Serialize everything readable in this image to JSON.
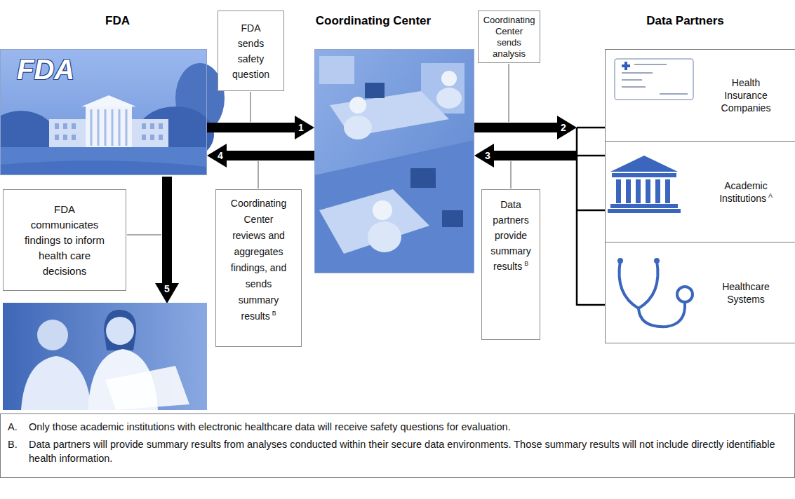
{
  "diagram": {
    "nodes": [
      {
        "text": [
          "FDA"
        ]
      },
      {
        "text": [
          "FDA sends safety question"
        ]
      },
      {
        "text": [
          "Coordinating Center"
        ]
      },
      {
        "text": [
          "Coordinating Center sends analysis"
        ]
      },
      {
        "text": [
          "Data Partners"
        ]
      },
      {
        "text": [
          "Health Insurance Companies"
        ],
        "in": 4
      },
      {
        "text": [
          "Academic Institutions",
          "A"
        ],
        "in": 4
      },
      {
        "text": [
          "Healthcare Systems"
        ],
        "in": 4
      },
      {
        "text": [
          "FDA communicates findings to inform health care decisions"
        ]
      },
      {
        "text": [
          "Coordinating Center reviews and aggregates findings, and sends summary results",
          "B"
        ]
      },
      {
        "text": [
          "Data partners provide summary results",
          "B"
        ]
      },
      {
        "text": [
          "A.",
          "Only those academic institutions with electronic healthcare data will receive safety questions for evaluation.",
          "B.",
          "Data partners will provide summary results from analyses conducted within their secure data environments. Those summary results will not include directly identifiable health information."
        ]
      }
    ],
    "edges": [
      {
        "from": 0,
        "to": 2,
        "arrow": "to",
        "label": "1"
      },
      {
        "from": 2,
        "to": 4,
        "arrow": "to",
        "label": "2"
      },
      {
        "from": 4,
        "to": 2,
        "arrow": "to",
        "label": "3"
      },
      {
        "from": 2,
        "to": 0,
        "arrow": "to",
        "label": "4"
      }
    ],
    "labels": [
      "FDA",
      "5"
    ]
  }
}
